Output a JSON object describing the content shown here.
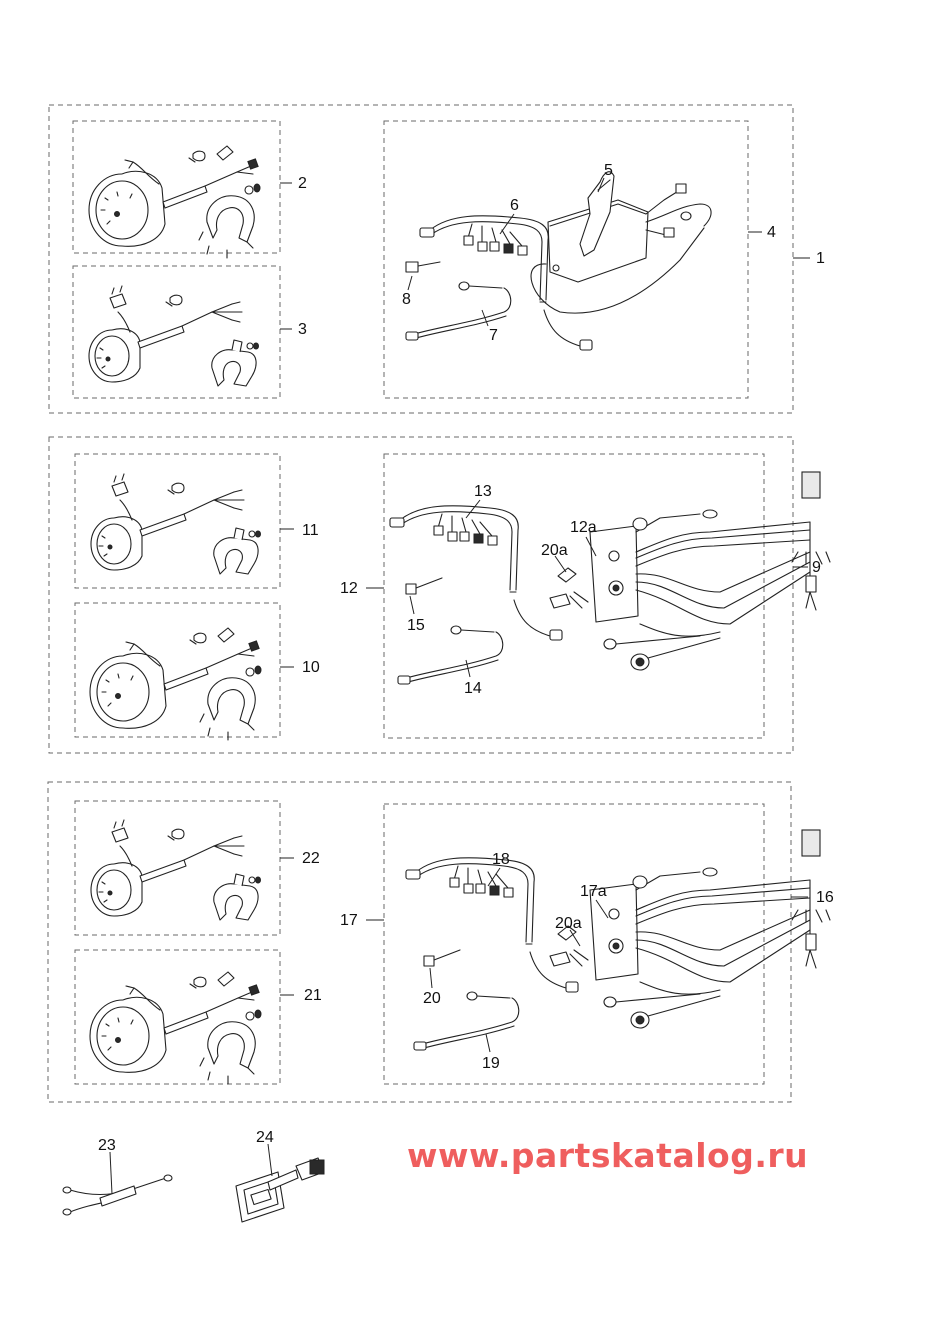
{
  "callouts": {
    "c1": "1",
    "c2": "2",
    "c3": "3",
    "c4": "4",
    "c5": "5",
    "c6": "6",
    "c7": "7",
    "c8": "8",
    "c9": "9",
    "c10": "10",
    "c11": "11",
    "c12": "12",
    "c12a": "12a",
    "c13": "13",
    "c14": "14",
    "c15": "15",
    "c16": "16",
    "c17": "17",
    "c17a": "17a",
    "c18": "18",
    "c19": "19",
    "c20": "20",
    "c20a_top": "20a",
    "c20a_bottom": "20a",
    "c21": "21",
    "c22": "22",
    "c23": "23",
    "c24": "24"
  },
  "watermark": "www.partskatalog.ru",
  "colors": {
    "watermark": "#ef5e5e",
    "line": "#222222",
    "frame": "#6a6a6a"
  }
}
